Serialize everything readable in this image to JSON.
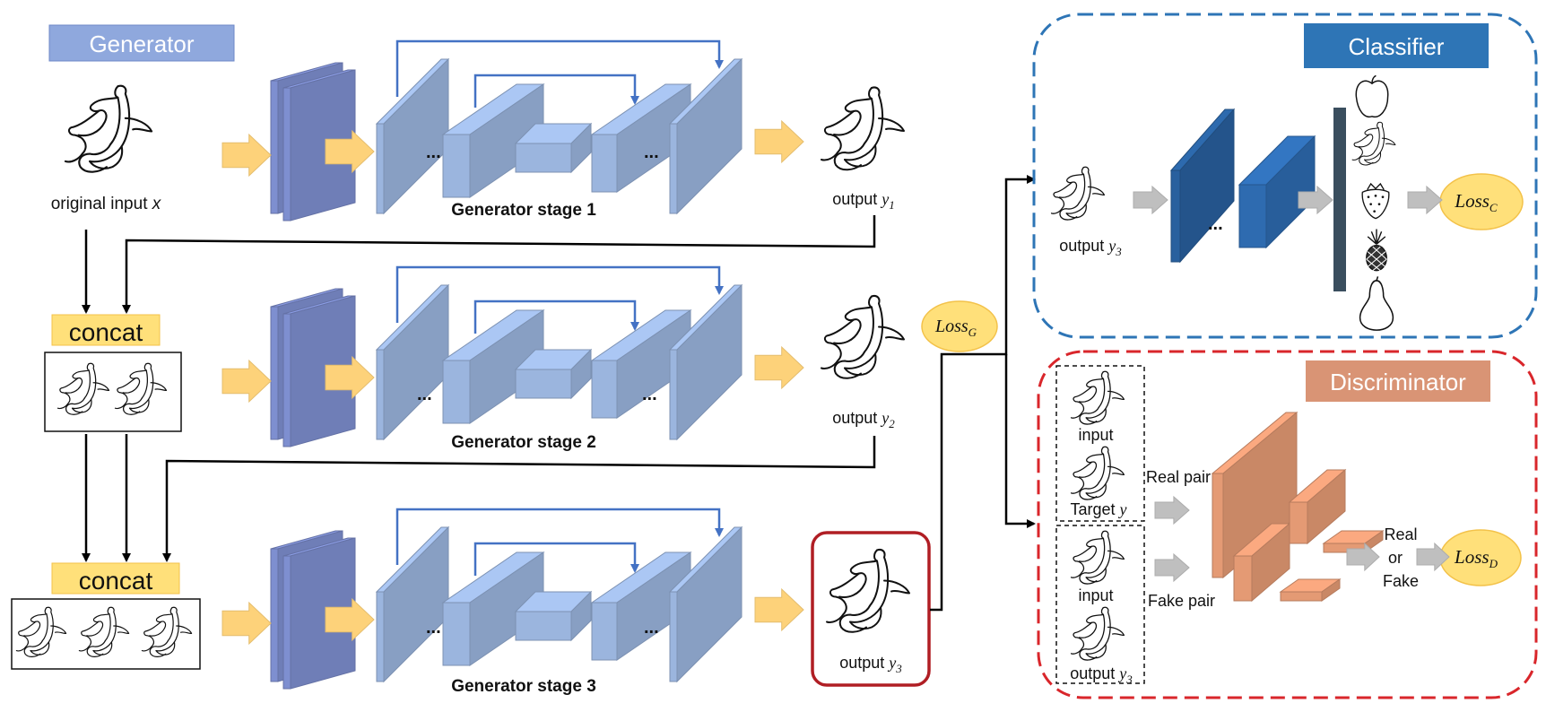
{
  "generator": {
    "title": "Generator",
    "input_label": "original input ",
    "input_var": "x",
    "ellipsis": "...",
    "stages": [
      {
        "label": "Generator stage 1",
        "output_prefix": "output ",
        "output_var": "y",
        "output_sub": "1"
      },
      {
        "label": "Generator stage 2",
        "output_prefix": "output ",
        "output_var": "y",
        "output_sub": "2"
      },
      {
        "label": "Generator stage 3",
        "output_prefix": "output ",
        "output_var": "y",
        "output_sub": "3"
      }
    ],
    "concat_label": "concat"
  },
  "loss_g": {
    "main": "Loss",
    "sub": "G"
  },
  "classifier": {
    "title": "Classifier",
    "input_prefix": "output ",
    "input_var": "y",
    "input_sub": "3",
    "ellipsis": "...",
    "loss": {
      "main": "Loss",
      "sub": "C"
    }
  },
  "discriminator": {
    "title": "Discriminator",
    "input_label_1": "input",
    "target_prefix": "Target ",
    "target_var": "y",
    "input_label_2": "input",
    "output_prefix": "output ",
    "output_var": "y",
    "output_sub": "3",
    "real_pair": "Real pair",
    "fake_pair": "Fake pair",
    "decision": [
      "Real",
      "or",
      "Fake"
    ],
    "loss": {
      "main": "Loss",
      "sub": "D"
    }
  },
  "colors": {
    "generator_title_bg": "#8FA8DD",
    "classifier_title_bg": "#2E75B6",
    "classifier_border": "#2E75B6",
    "discriminator_title_bg": "#D99475",
    "discriminator_border": "#D9262B",
    "highlight_border": "#B01E24",
    "yellow_arrow": "#FDD27A",
    "gray_arrow": "#BFBFBF",
    "loss_fill": "#FFE07A",
    "concat_fill": "#FFE07A",
    "skip_line": "#4472C4",
    "conv_block": "#9BB5DE",
    "input_block": "#7E8FD0",
    "cls_block": "#2E6BB0",
    "disc_block": "#E49A74"
  }
}
